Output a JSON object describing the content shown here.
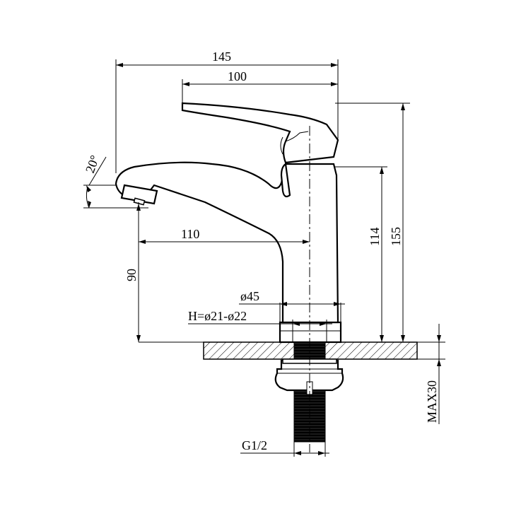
{
  "drawing": {
    "dimensions": {
      "overall_width": "145",
      "lever_length": "100",
      "spout_reach": "110",
      "spout_height": "90",
      "body_height": "114",
      "total_height": "155",
      "spout_angle": "20°",
      "base_diameter": "ø45",
      "hole_diameter": "H=ø21-ø22",
      "thread": "G1/2",
      "max_thickness": "MAX30"
    }
  }
}
